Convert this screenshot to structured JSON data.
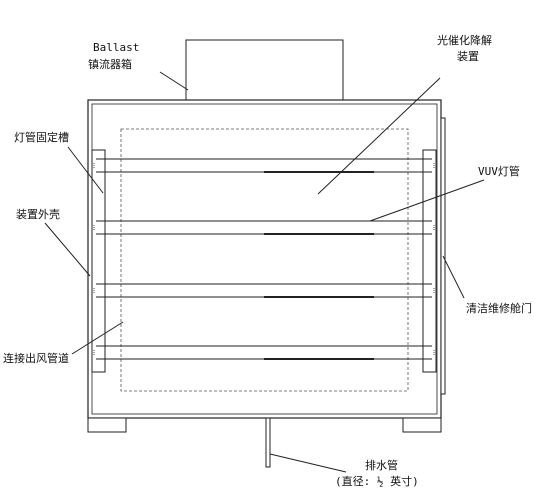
{
  "labels": {
    "ballast_en": "Ballast",
    "ballast_cn": "镇流器箱",
    "photocatalytic_line1": "光催化降解",
    "photocatalytic_line2": "装置",
    "lamp_slot": "灯管固定槽",
    "vuv_lamp": "VUV灯管",
    "housing": "装置外壳",
    "maintenance_door": "清洁维修舱门",
    "exhaust_duct": "连接出风管道",
    "drain_pipe": "排水管",
    "drain_spec": "(直径: ½ 英寸)"
  },
  "colors": {
    "stroke": "#222222",
    "text": "#111111",
    "background": "#ffffff"
  }
}
